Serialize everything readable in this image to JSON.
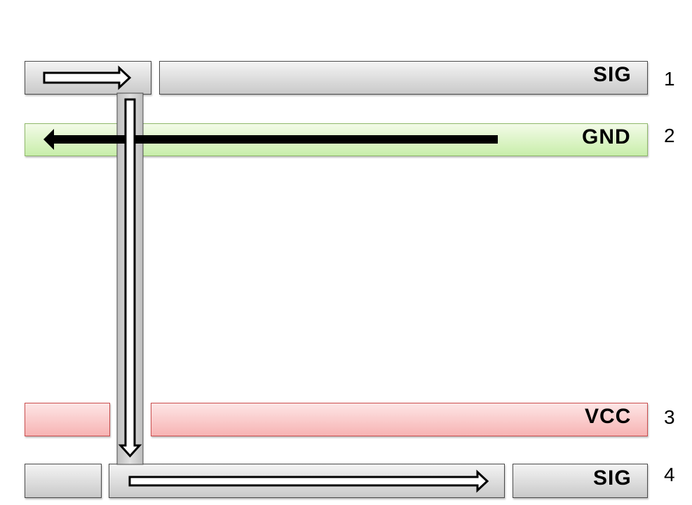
{
  "layers": [
    {
      "number": "1",
      "net": "SIG"
    },
    {
      "number": "2",
      "net": "GND"
    },
    {
      "number": "3",
      "net": "VCC"
    },
    {
      "number": "4",
      "net": "SIG"
    }
  ],
  "colors": {
    "signal_fill": "#d4d4d4",
    "ground_fill": "#d6f2bf",
    "power_fill": "#f9c4c4",
    "return_arrow": "#000000",
    "signal_arrow_fill": "#ffffff"
  }
}
